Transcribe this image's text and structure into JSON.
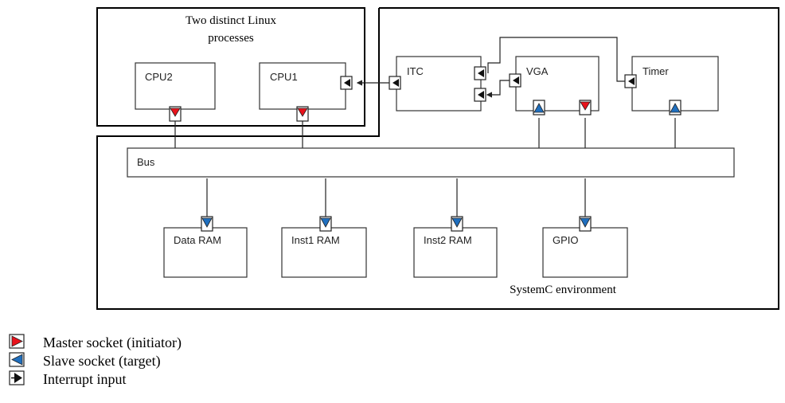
{
  "title_line1": "Two distinct Linux",
  "title_line2": "processes",
  "env_label": "SystemC environment",
  "blocks": {
    "cpu2": "CPU2",
    "cpu1": "CPU1",
    "itc": "ITC",
    "vga": "VGA",
    "timer": "Timer",
    "bus": "Bus",
    "data_ram": "Data RAM",
    "inst1_ram": "Inst1 RAM",
    "inst2_ram": "Inst2 RAM",
    "gpio": "GPIO"
  },
  "legend": {
    "master": "Master socket (initiator)",
    "slave": "Slave socket (target)",
    "interrupt": "Interrupt input"
  },
  "colors": {
    "master": "#e8121b",
    "slave": "#1f6fbf",
    "line": "#222222"
  }
}
